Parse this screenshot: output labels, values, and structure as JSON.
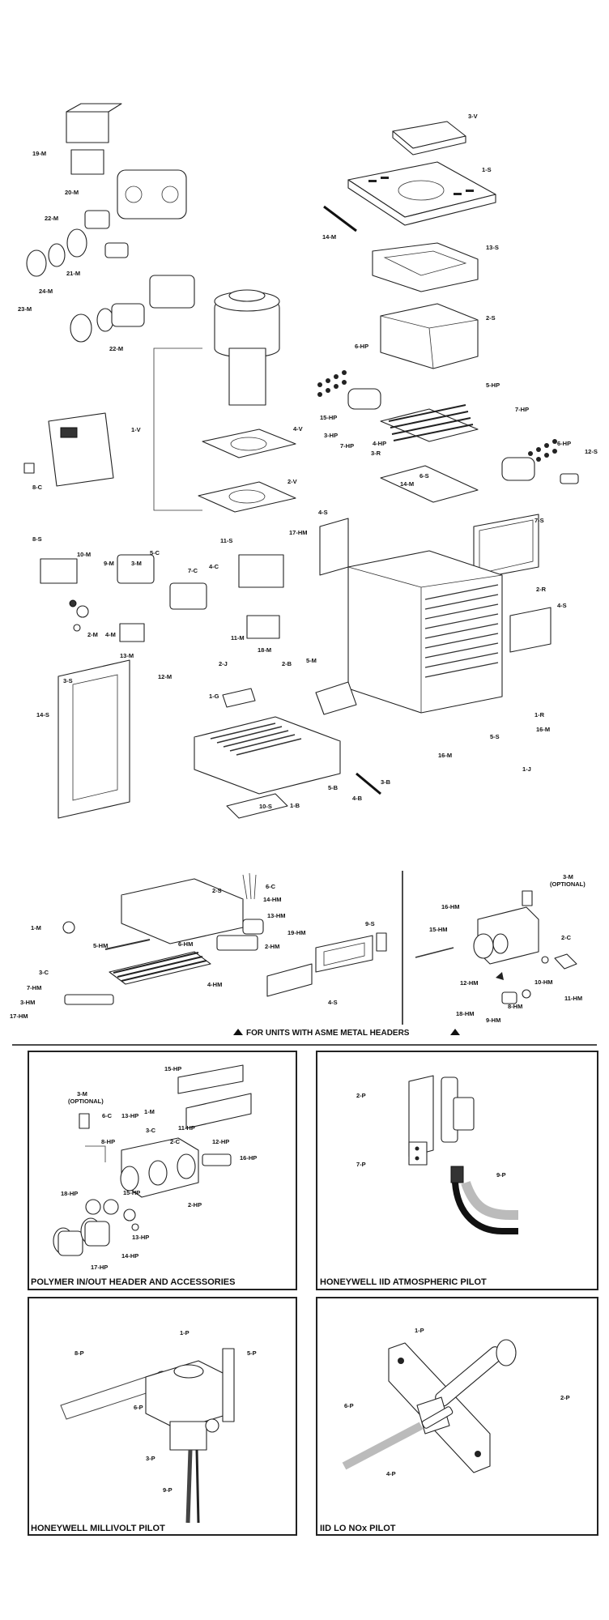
{
  "main_labels": [
    "3-V",
    "1-S",
    "14-M",
    "13-S",
    "19-M",
    "20-M",
    "22-M",
    "21-M",
    "24-M",
    "23-M",
    "22-M",
    "2-S",
    "6-HP",
    "15-HP",
    "3-HP",
    "7-HP",
    "5-HP",
    "7-HP",
    "4-HP",
    "3-R",
    "6-HP",
    "12-S",
    "1-V",
    "4-V",
    "8-C",
    "2-V",
    "6-S",
    "14-M",
    "7-S",
    "4-S",
    "17-HM",
    "11-S",
    "8-S",
    "10-M",
    "9-M",
    "3-M",
    "5-C",
    "7-C",
    "4-C",
    "2-M",
    "4-M",
    "11-M",
    "18-M",
    "2-R",
    "4-S",
    "13-M",
    "12-M",
    "2-J",
    "3-S",
    "14-S",
    "5-M",
    "2-B",
    "1-G",
    "1-R",
    "16-M",
    "5-S",
    "16-M",
    "1-J",
    "3-B",
    "5-B",
    "4-B",
    "10-S",
    "1-B"
  ],
  "asme_labels": [
    "2-S",
    "6-C",
    "14-HM",
    "13-HM",
    "19-HM",
    "1-M",
    "2-HM",
    "9-S",
    "5-HM",
    "6-HM",
    "3-C",
    "7-HM",
    "4-HM",
    "3-HM",
    "17-HM",
    "4-S"
  ],
  "asme_right_labels": [
    "3-M",
    "(OPTIONAL)",
    "16-HM",
    "15-HM",
    "2-C",
    "12-HM",
    "10-HM",
    "11-HM",
    "8-HM",
    "18-HM",
    "9-HM"
  ],
  "asme_note": "FOR UNITS WITH ASME METAL HEADERS",
  "panels": [
    {
      "title": "POLYMER IN/OUT HEADER AND ACCESSORIES",
      "labels": [
        "15-HP",
        "3-M",
        "(OPTIONAL)",
        "1-M",
        "6-C",
        "13-HP",
        "11-HP",
        "3-C",
        "8-HP",
        "2-C",
        "12-HP",
        "16-HP",
        "15-HP",
        "2-HP",
        "18-HP",
        "17-HP",
        "13-HP",
        "14-HP"
      ]
    },
    {
      "title": "HONEYWELL IID ATMOSPHERIC PILOT",
      "labels": [
        "2-P",
        "7-P",
        "9-P"
      ]
    },
    {
      "title": "HONEYWELL MILLIVOLT PILOT",
      "labels": [
        "1-P",
        "5-P",
        "8-P",
        "6-P",
        "3-P",
        "9-P"
      ]
    },
    {
      "title": "IID LO NOx PILOT",
      "labels": [
        "1-P",
        "2-P",
        "6-P",
        "4-P"
      ]
    }
  ]
}
